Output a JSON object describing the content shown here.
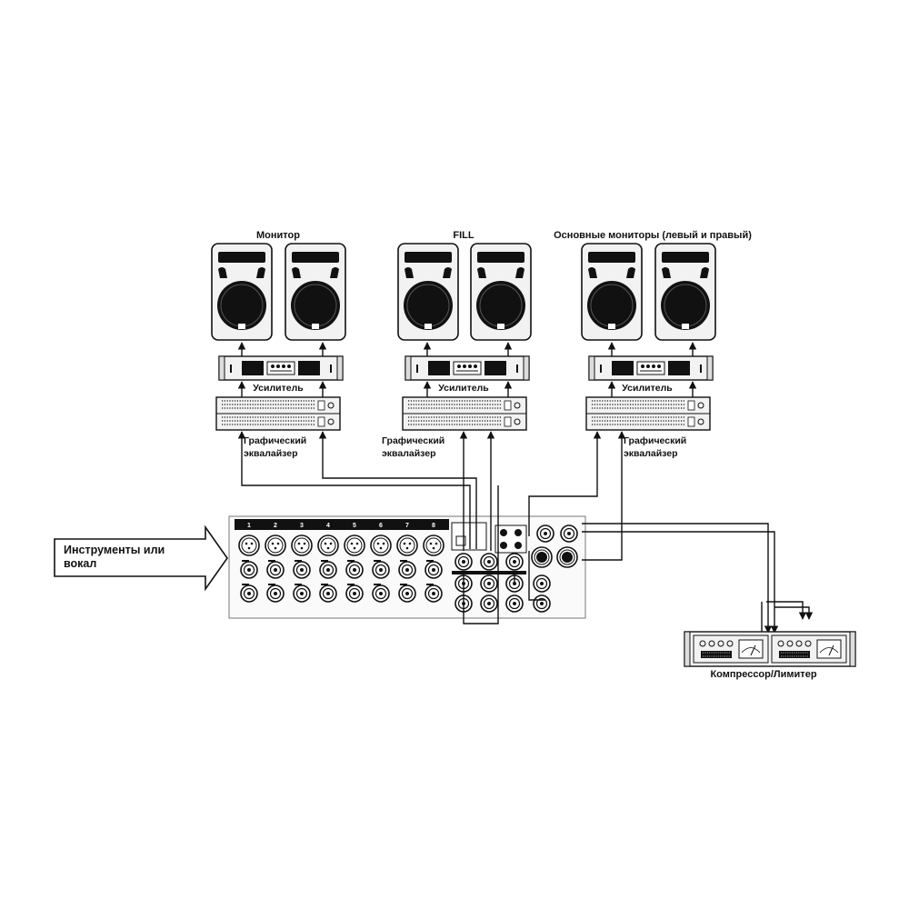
{
  "groups": {
    "monitor": {
      "title": "Монитор",
      "amp_label": "Усилитель",
      "eq_label": [
        "Графический",
        "эквалайзер"
      ]
    },
    "fill": {
      "title": "FILL",
      "amp_label": "Усилитель",
      "eq_label": [
        "Графический",
        "эквалайзер"
      ]
    },
    "main": {
      "title": "Основные мониторы (левый и правый)",
      "amp_label": "Усилитель",
      "eq_label": [
        "Графический",
        "эквалайзер"
      ]
    }
  },
  "input": {
    "lines": [
      "Инструменты или",
      "вокал"
    ]
  },
  "mixer": {
    "channel_numbers": [
      "1",
      "2",
      "3",
      "4",
      "5",
      "6",
      "7",
      "8"
    ]
  },
  "compressor": {
    "label": "Компрессор/Лимитер"
  },
  "icons": {
    "speaker": "speaker-icon",
    "amplifier": "amplifier-icon",
    "equalizer": "equalizer-icon",
    "xlr": "xlr-jack-icon",
    "jack": "jack-icon",
    "arrow": "arrow-icon"
  },
  "colors": {
    "line": "#111111",
    "device_fill": "#f2f2f2",
    "background": "#ffffff"
  }
}
